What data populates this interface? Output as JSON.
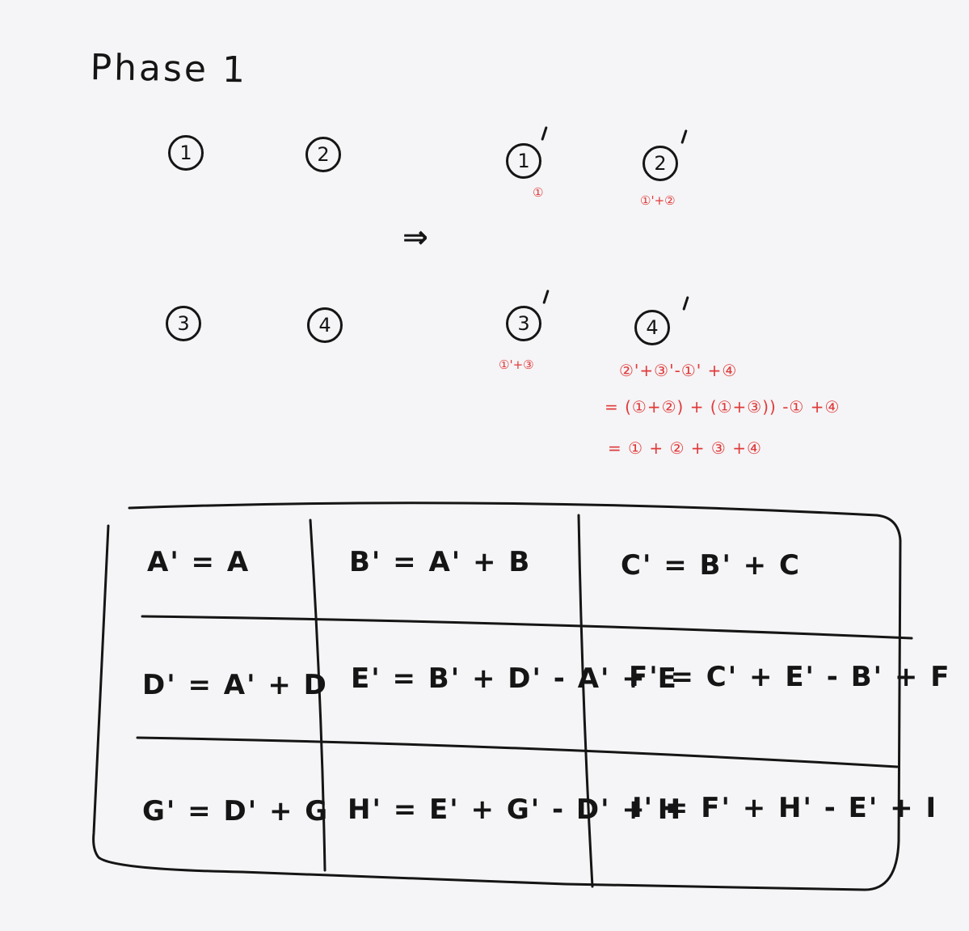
{
  "title": "Phase 1",
  "arrow": "⇒",
  "left_nodes": [
    "1",
    "2",
    "3",
    "4"
  ],
  "right_nodes": [
    "1",
    "2",
    "3",
    "4"
  ],
  "annotations": {
    "n1": "①",
    "n2": "①'+②",
    "n3": "①'+③",
    "n4_line1": "②'+③'-①' +④",
    "n4_line2": "= (①+②) + (①+③)) -① +④",
    "n4_line3": "= ① + ② + ③ +④"
  },
  "table": {
    "rows": [
      [
        "A' = A",
        "B' = A' + B",
        "C' = B' + C"
      ],
      [
        "D' = A' + D",
        "E' = B' + D' - A' + E",
        "F' = C' + E' - B' + F"
      ],
      [
        "G' = D' + G",
        "H' = E' + G' - D' + H",
        "I' = F' + H' - E' + I"
      ]
    ]
  },
  "colors": {
    "ink": "#151515",
    "annotation": "#e03a3a",
    "paper": "#f5f4f6"
  }
}
